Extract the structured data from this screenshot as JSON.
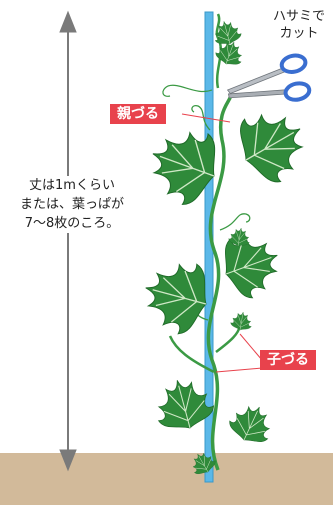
{
  "labels": {
    "parent_vine": "親づる",
    "child_vine": "子づる",
    "cut_line1": "ハサミで",
    "cut_line2": "カット"
  },
  "note": {
    "line1": "丈は1mくらい",
    "line2": "または、葉っぱが",
    "line3": "7～8枚のころ。"
  },
  "colors": {
    "soil": "#d2ba9a",
    "stake": "#5bb8e8",
    "leaf": "#2f8a3a",
    "leaf_vein": "#cfe8c6",
    "vine": "#3b9a44",
    "label_bg": "#e8424c",
    "arrow": "#7a7a7a"
  },
  "icons": [
    "scissors-icon",
    "double-arrow-icon"
  ]
}
